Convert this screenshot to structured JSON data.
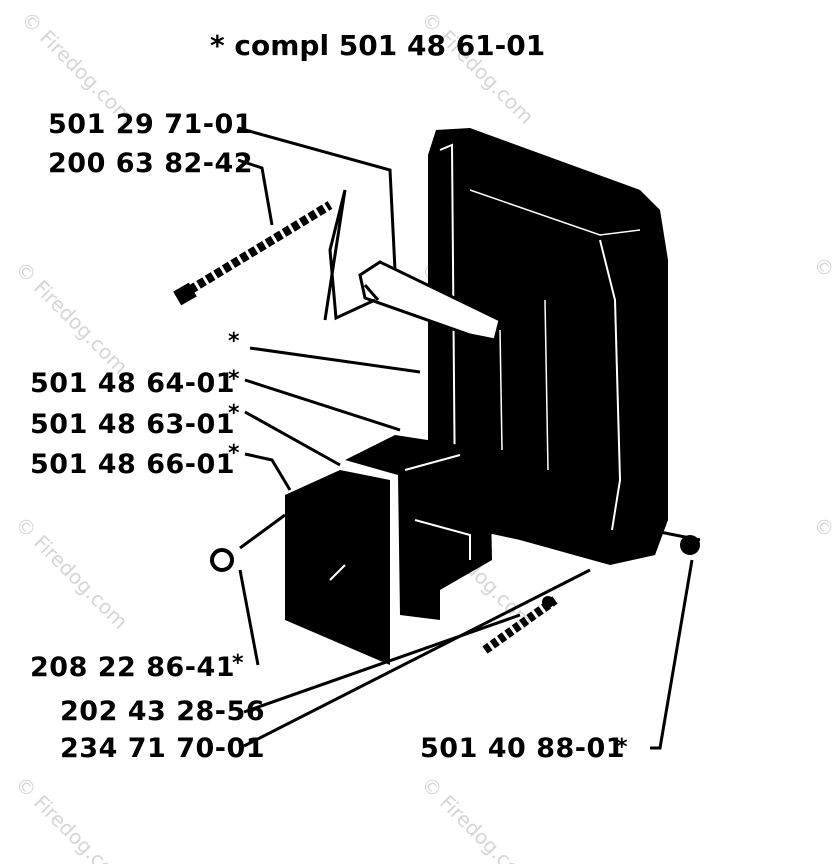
{
  "title": "* compl 501 48 61-01",
  "watermark": "© Firedog.com",
  "colors": {
    "ink": "#000000",
    "background": "#ffffff",
    "watermark": "#d6d6d6"
  },
  "part_numbers": [
    {
      "id": "p1",
      "text": "501 29 71-01"
    },
    {
      "id": "p2",
      "text": "200 63 82-42"
    },
    {
      "id": "p3",
      "text": "501 48 64-01"
    },
    {
      "id": "p4",
      "text": "501 48 63-01"
    },
    {
      "id": "p5",
      "text": "501 48 66-01"
    },
    {
      "id": "p6",
      "text": "208 22 86-41"
    },
    {
      "id": "p7",
      "text": "202 43 28-56"
    },
    {
      "id": "p8",
      "text": "234 71 70-01"
    },
    {
      "id": "p9",
      "text": "501 40 88-01"
    }
  ],
  "markers": {
    "asterisk": "*"
  }
}
